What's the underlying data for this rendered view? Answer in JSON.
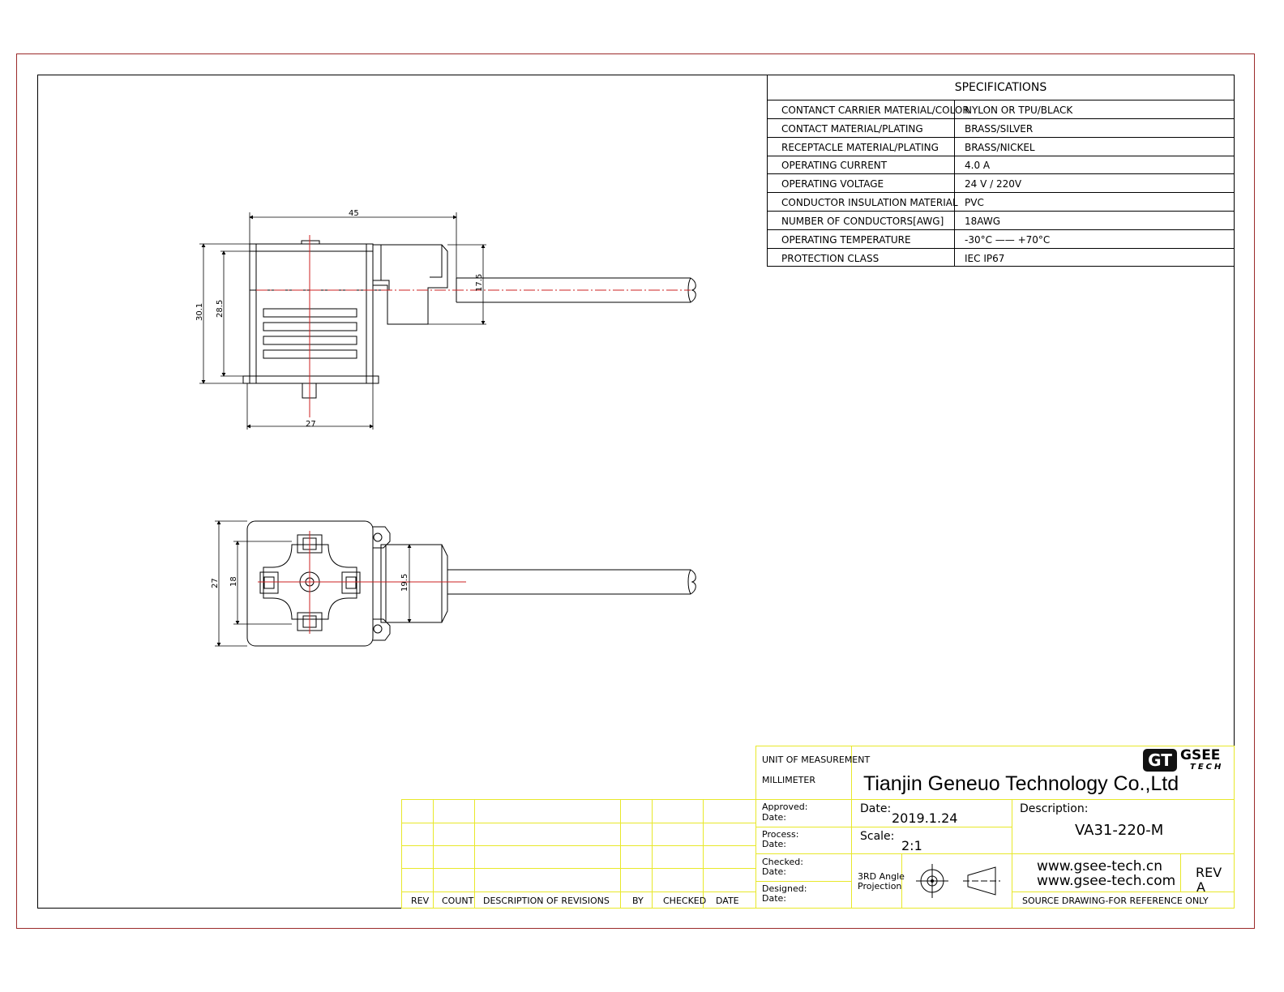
{
  "specifications": {
    "title": "SPECIFICATIONS",
    "rows": [
      {
        "label": "CONTANCT CARRIER MATERIAL/COLOR",
        "value": "NYLON OR TPU/BLACK"
      },
      {
        "label": "CONTACT MATERIAL/PLATING",
        "value": "BRASS/SILVER"
      },
      {
        "label": "RECEPTACLE MATERIAL/PLATING",
        "value": "BRASS/NICKEL"
      },
      {
        "label": "OPERATING CURRENT",
        "value": "4.0 A"
      },
      {
        "label": "OPERATING VOLTAGE",
        "value": "24 V / 220V"
      },
      {
        "label": "CONDUCTOR INSULATION MATERIAL",
        "value": "PVC"
      },
      {
        "label": "NUMBER  OF  CONDUCTORS[AWG]",
        "value": "18AWG"
      },
      {
        "label": "OPERATING TEMPERATURE",
        "value": "-30°C —— +70°C"
      },
      {
        "label": "PROTECTION CLASS",
        "value": "IEC  IP67"
      }
    ]
  },
  "dimensions": {
    "side_width": "45",
    "side_height_outer": "30.1",
    "side_height_inner": "28.5",
    "cable_height": "17.5",
    "side_bottom_width": "27",
    "front_height_outer": "27",
    "front_height_inner": "18",
    "front_cable": "19.5"
  },
  "revision_table": {
    "headers": [
      "REV",
      "COUNT",
      "DESCRIPTION  OF  REVISIONS",
      "BY",
      "CHECKED",
      "DATE"
    ]
  },
  "title_block": {
    "unit_label": "UNIT OF MEASUREMENT",
    "unit_value": "MILLIMETER",
    "company": "Tianjin Geneuo Technology Co.,Ltd",
    "logo_mark": "GT",
    "logo_name": "GSEE",
    "logo_sub": "TECH",
    "approved_label": "Approved:",
    "approved_date_label": "Date:",
    "process_label": "Process:",
    "process_date_label": "Date:",
    "checked_label": "Checked:",
    "checked_date_label": "Date:",
    "designed_label": "Designed:",
    "designed_date_label": "Date:",
    "date_label": "Date:",
    "date_value": "2019.1.24",
    "scale_label": "Scale:",
    "scale_value": "2:1",
    "projection_line1": "3RD Angle",
    "projection_line2": "Projection",
    "description_label": "Description:",
    "description_value": "VA31-220-M",
    "website1": "www.gsee-tech.cn",
    "website2": "www.gsee-tech.com",
    "rev_label": "REV",
    "rev_value": "A",
    "note": "SOURCE DRAWING-FOR REFERENCE ONLY"
  },
  "colors": {
    "frame": "#9b2a2a",
    "title_block_lines": "#e8e82a",
    "center_lines": "#cc2222",
    "drawing_lines": "#000000"
  }
}
